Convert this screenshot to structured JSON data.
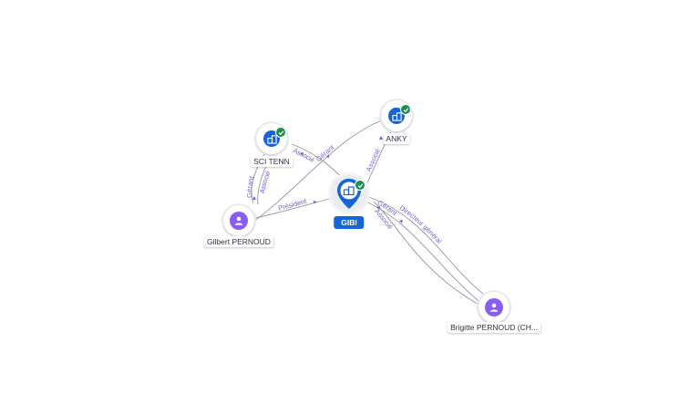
{
  "nodes": {
    "gibi": {
      "label": "GIBI",
      "kind": "company",
      "verified": true,
      "main": true
    },
    "sci_tenn": {
      "label": "SCI TENN",
      "kind": "company",
      "verified": true
    },
    "anky": {
      "label": "ANKY",
      "kind": "company",
      "verified": true
    },
    "gilbert": {
      "label": "Gilbert PERNOUD",
      "kind": "person"
    },
    "brigitte": {
      "label": "Brigitte PERNOUD (CH...",
      "kind": "person"
    }
  },
  "edges": [
    {
      "id": "e1",
      "from": "Gilbert PERNOUD",
      "to": "SCI TENN",
      "label": "Gérant"
    },
    {
      "id": "e2",
      "from": "Gilbert PERNOUD",
      "to": "SCI TENN",
      "label": "Associé"
    },
    {
      "id": "e3",
      "from": "Gilbert PERNOUD",
      "to": "GIBI",
      "label": "Président"
    },
    {
      "id": "e4",
      "from": "SCI TENN",
      "to": "GIBI",
      "label": "Associé"
    },
    {
      "id": "e5",
      "from": "Gilbert PERNOUD",
      "to": "ANKY",
      "label": "Gérant"
    },
    {
      "id": "e6",
      "from": "ANKY",
      "to": "GIBI",
      "label": "Associé"
    },
    {
      "id": "e7",
      "from": "Brigitte PERNOUD (CH...",
      "to": "GIBI",
      "label": "Gérant"
    },
    {
      "id": "e8",
      "from": "Brigitte PERNOUD (CH...",
      "to": "GIBI",
      "label": "Associé"
    },
    {
      "id": "e9",
      "from": "Brigitte PERNOUD (CH...",
      "to": "GIBI",
      "label": "Directeur général"
    }
  ],
  "colors": {
    "company": "#1565d8",
    "person": "#8a5cf6",
    "verified": "#1e8e4f",
    "edge_label": "#6f62d6"
  },
  "icons": {
    "company": "building-icon",
    "person": "person-icon",
    "verified": "check-icon"
  }
}
